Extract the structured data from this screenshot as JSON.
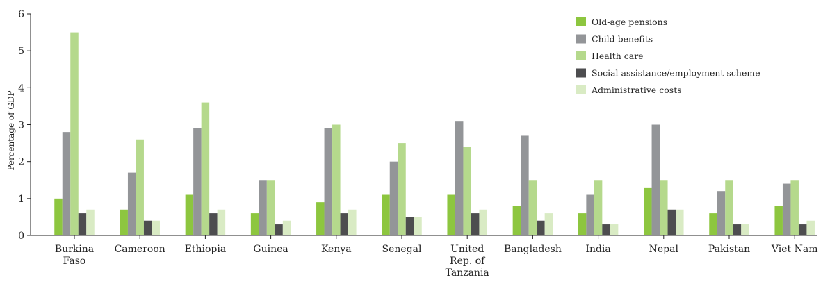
{
  "chart_data": {
    "type": "bar",
    "title": "",
    "xlabel": "",
    "ylabel": "Percentage of GDP",
    "ylim": [
      0,
      6
    ],
    "yticks": [
      0,
      1,
      2,
      3,
      4,
      5,
      6
    ],
    "grid": false,
    "legend_position": "top-right",
    "categories": [
      [
        "Burkina",
        "Faso"
      ],
      [
        "Cameroon"
      ],
      [
        "Ethiopia"
      ],
      [
        "Guinea"
      ],
      [
        "Kenya"
      ],
      [
        "Senegal"
      ],
      [
        "United",
        "Rep. of",
        "Tanzania"
      ],
      [
        "Bangladesh"
      ],
      [
        "India"
      ],
      [
        "Nepal"
      ],
      [
        "Pakistan"
      ],
      [
        "Viet Nam"
      ]
    ],
    "series": [
      {
        "name": "Old-age pensions",
        "color": "#8dc63f",
        "values": [
          1.0,
          0.7,
          1.1,
          0.6,
          0.9,
          1.1,
          1.1,
          0.8,
          0.6,
          1.3,
          0.6,
          0.8
        ]
      },
      {
        "name": "Child benefits",
        "color": "#939598",
        "values": [
          2.8,
          1.7,
          2.9,
          1.5,
          2.9,
          2.0,
          3.1,
          2.7,
          1.1,
          3.0,
          1.2,
          1.4
        ]
      },
      {
        "name": "Health care",
        "color": "#b5d98c",
        "values": [
          5.5,
          2.6,
          3.6,
          1.5,
          3.0,
          2.5,
          2.4,
          1.5,
          1.5,
          1.5,
          1.5,
          1.5
        ]
      },
      {
        "name": "Social assistance/employment scheme",
        "color": "#4d4d4f",
        "values": [
          0.6,
          0.4,
          0.6,
          0.3,
          0.6,
          0.5,
          0.6,
          0.4,
          0.3,
          0.7,
          0.3,
          0.3
        ]
      },
      {
        "name": "Administrative costs",
        "color": "#d9ebc4",
        "values": [
          0.7,
          0.4,
          0.7,
          0.4,
          0.7,
          0.5,
          0.7,
          0.6,
          0.3,
          0.7,
          0.3,
          0.4
        ]
      }
    ]
  }
}
